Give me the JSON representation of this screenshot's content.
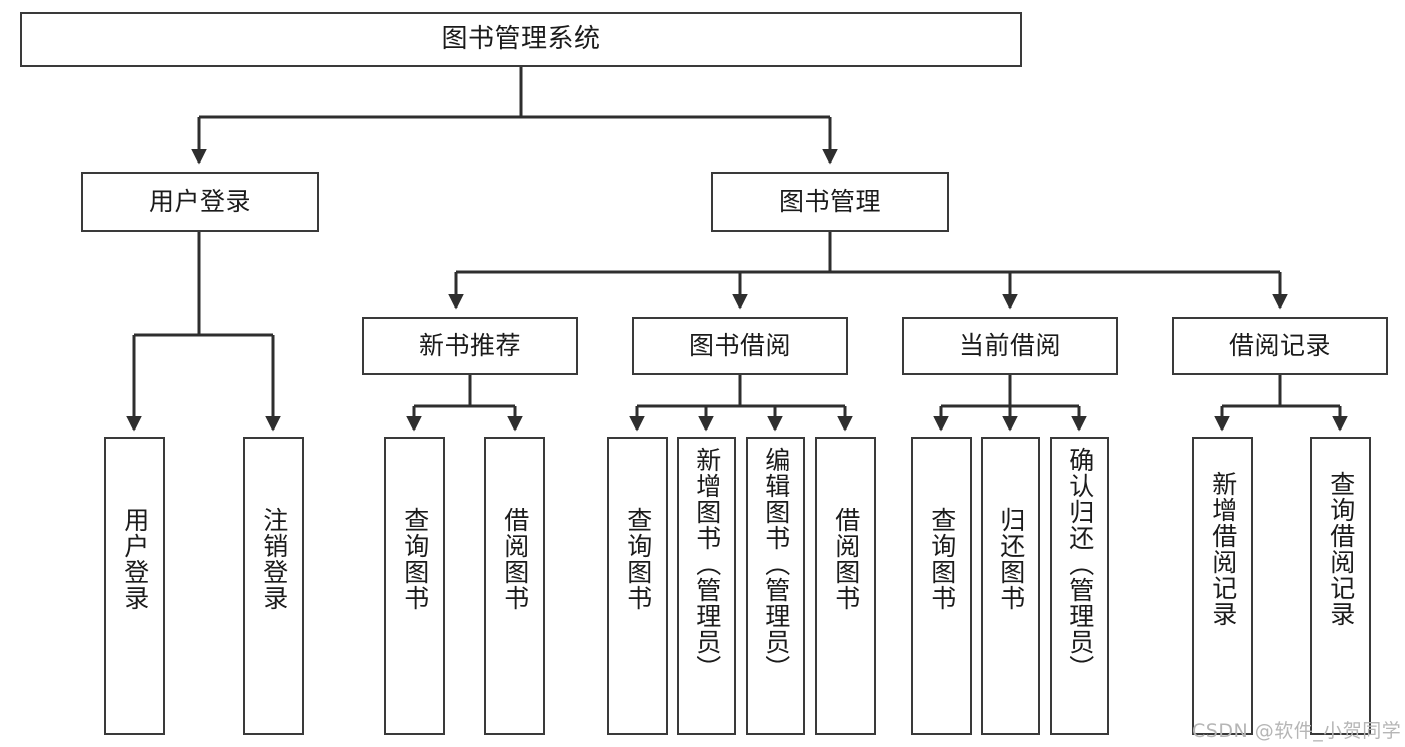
{
  "diagram": {
    "title": "图书管理系统",
    "type": "functional-structure-tree",
    "background_color": "#ffffff",
    "line_color": "#3a3a3a",
    "text_color": "#1b1b1b",
    "watermark": "CSDN @软件_小贺同学"
  },
  "nodes": {
    "root": {
      "label": "图书管理系统"
    },
    "level2": [
      {
        "id": "user-login",
        "label": "用户登录"
      },
      {
        "id": "book-manage",
        "label": "图书管理"
      }
    ],
    "level3": [
      {
        "id": "new-book-recommend",
        "label": "新书推荐"
      },
      {
        "id": "book-borrow",
        "label": "图书借阅"
      },
      {
        "id": "current-borrow",
        "label": "当前借阅"
      },
      {
        "id": "borrow-record",
        "label": "借阅记录"
      }
    ],
    "leaves": [
      {
        "id": "leaf-user-login",
        "label": "用户登录",
        "parent": "user-login"
      },
      {
        "id": "leaf-user-logout",
        "label": "注销登录",
        "parent": "user-login"
      },
      {
        "id": "leaf-query-book-1",
        "label": "查询图书",
        "parent": "new-book-recommend"
      },
      {
        "id": "leaf-borrow-book-1",
        "label": "借阅图书",
        "parent": "new-book-recommend"
      },
      {
        "id": "leaf-query-book-2",
        "label": "查询图书",
        "parent": "book-borrow"
      },
      {
        "id": "leaf-add-book",
        "label": "新增图书（管理员）",
        "parent": "book-borrow"
      },
      {
        "id": "leaf-edit-book",
        "label": "编辑图书（管理员）",
        "parent": "book-borrow"
      },
      {
        "id": "leaf-borrow-book-2",
        "label": "借阅图书",
        "parent": "book-borrow"
      },
      {
        "id": "leaf-query-book-3",
        "label": "查询图书",
        "parent": "current-borrow"
      },
      {
        "id": "leaf-return-book",
        "label": "归还图书",
        "parent": "current-borrow"
      },
      {
        "id": "leaf-confirm-return",
        "label": "确认归还（管理员）",
        "parent": "current-borrow"
      },
      {
        "id": "leaf-add-record",
        "label": "新增借阅记录",
        "parent": "borrow-record"
      },
      {
        "id": "leaf-query-record",
        "label": "查询借阅记录",
        "parent": "borrow-record"
      }
    ]
  }
}
